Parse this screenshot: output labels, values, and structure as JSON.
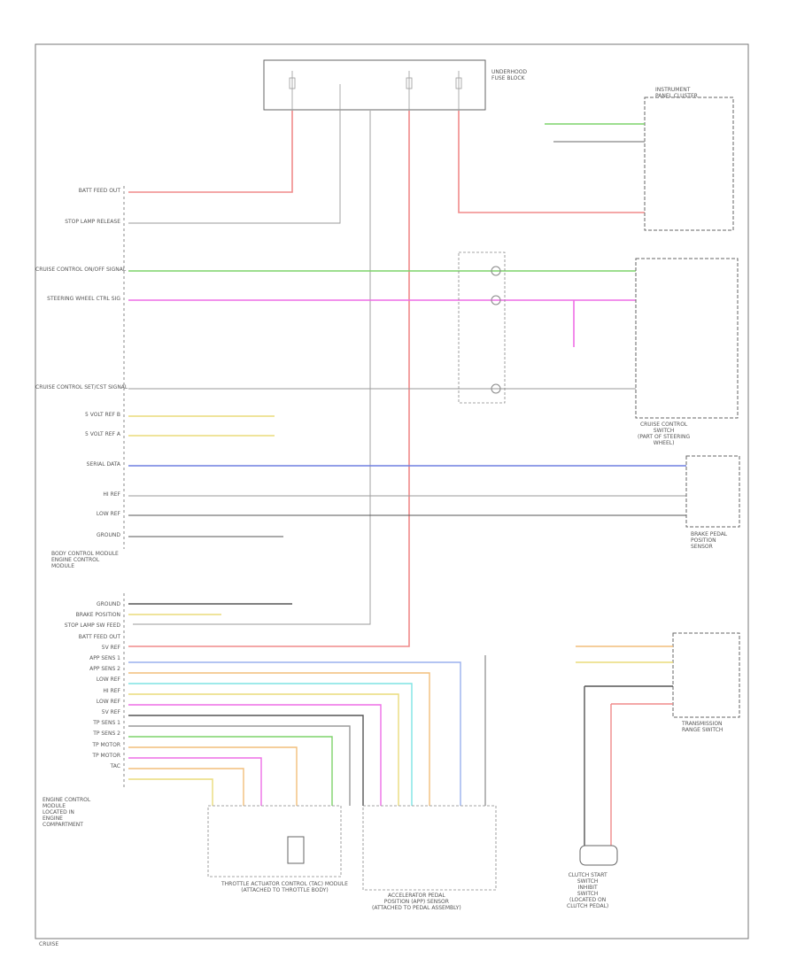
{
  "colors": {
    "red": "#f08a8a",
    "green": "#7dd36a",
    "magenta": "#ee6ee6",
    "blue": "#6f7fe0",
    "yellow": "#eadc7a",
    "orange": "#f2be7a",
    "cyan": "#7ee3e3",
    "lightblue": "#9ab0ee",
    "gray": "#9a9a9a",
    "dark": "#555555"
  },
  "ecm": {
    "left_labels": [
      "BATT FEED OUT",
      "STOP LAMP RELEASE",
      "CRUISE CONTROL ON/OFF SIGNAL",
      "STEERING WHEEL CTRL SIG",
      "CRUISE CONTROL SET/CST SIGNAL",
      "5 VOLT REF B",
      "5 VOLT REF A",
      "SERIAL DATA",
      "HI REF",
      "LOW REF",
      "GROUND"
    ],
    "lower_labels": [
      "GROUND",
      "BRAKE POSITION",
      "STOP LAMP SW FEED",
      "BATT FEED OUT",
      "5V REF",
      "APP SENS 1",
      "APP SENS 2",
      "LOW REF",
      "HI REF",
      "LOW REF",
      "5V REF",
      "TP SENS 1",
      "TP SENS 2",
      "TP MOTOR",
      "TP MOTOR",
      "TAC"
    ],
    "module_label": "BODY CONTROL MODULE\nENGINE CONTROL\nMODULE",
    "module_label_lower": "ENGINE CONTROL\nMODULE\nLOCATED IN\nENGINE\nCOMPARTMENT"
  },
  "components": {
    "throttle_body": "THROTTLE ACTUATOR CONTROL (TAC) MODULE\n(ATTACHED TO THROTTLE BODY)",
    "accel_pedal": "ACCELERATOR PEDAL\nPOSITION (APP) SENSOR\n(ATTACHED TO PEDAL ASSEMBLY)",
    "clutch_switch": "CLUTCH START\nSWITCH\nINHIBIT\nSWITCH\n(LOCATED ON\nCLUTCH PEDAL)",
    "cruise_switch": "CRUISE CONTROL\nSWITCH\n(PART OF STEERING\nWHEEL)",
    "brake_switch": "BRAKE PEDAL\nPOSITION\nSENSOR",
    "instrument_cluster": "INSTRUMENT\nPANEL CLUSTER",
    "transmission": "TRANSMISSION\nRANGE SWITCH",
    "fuse_block": "UNDERHOOD\nFUSE BLOCK",
    "footer": "CRUISE"
  }
}
